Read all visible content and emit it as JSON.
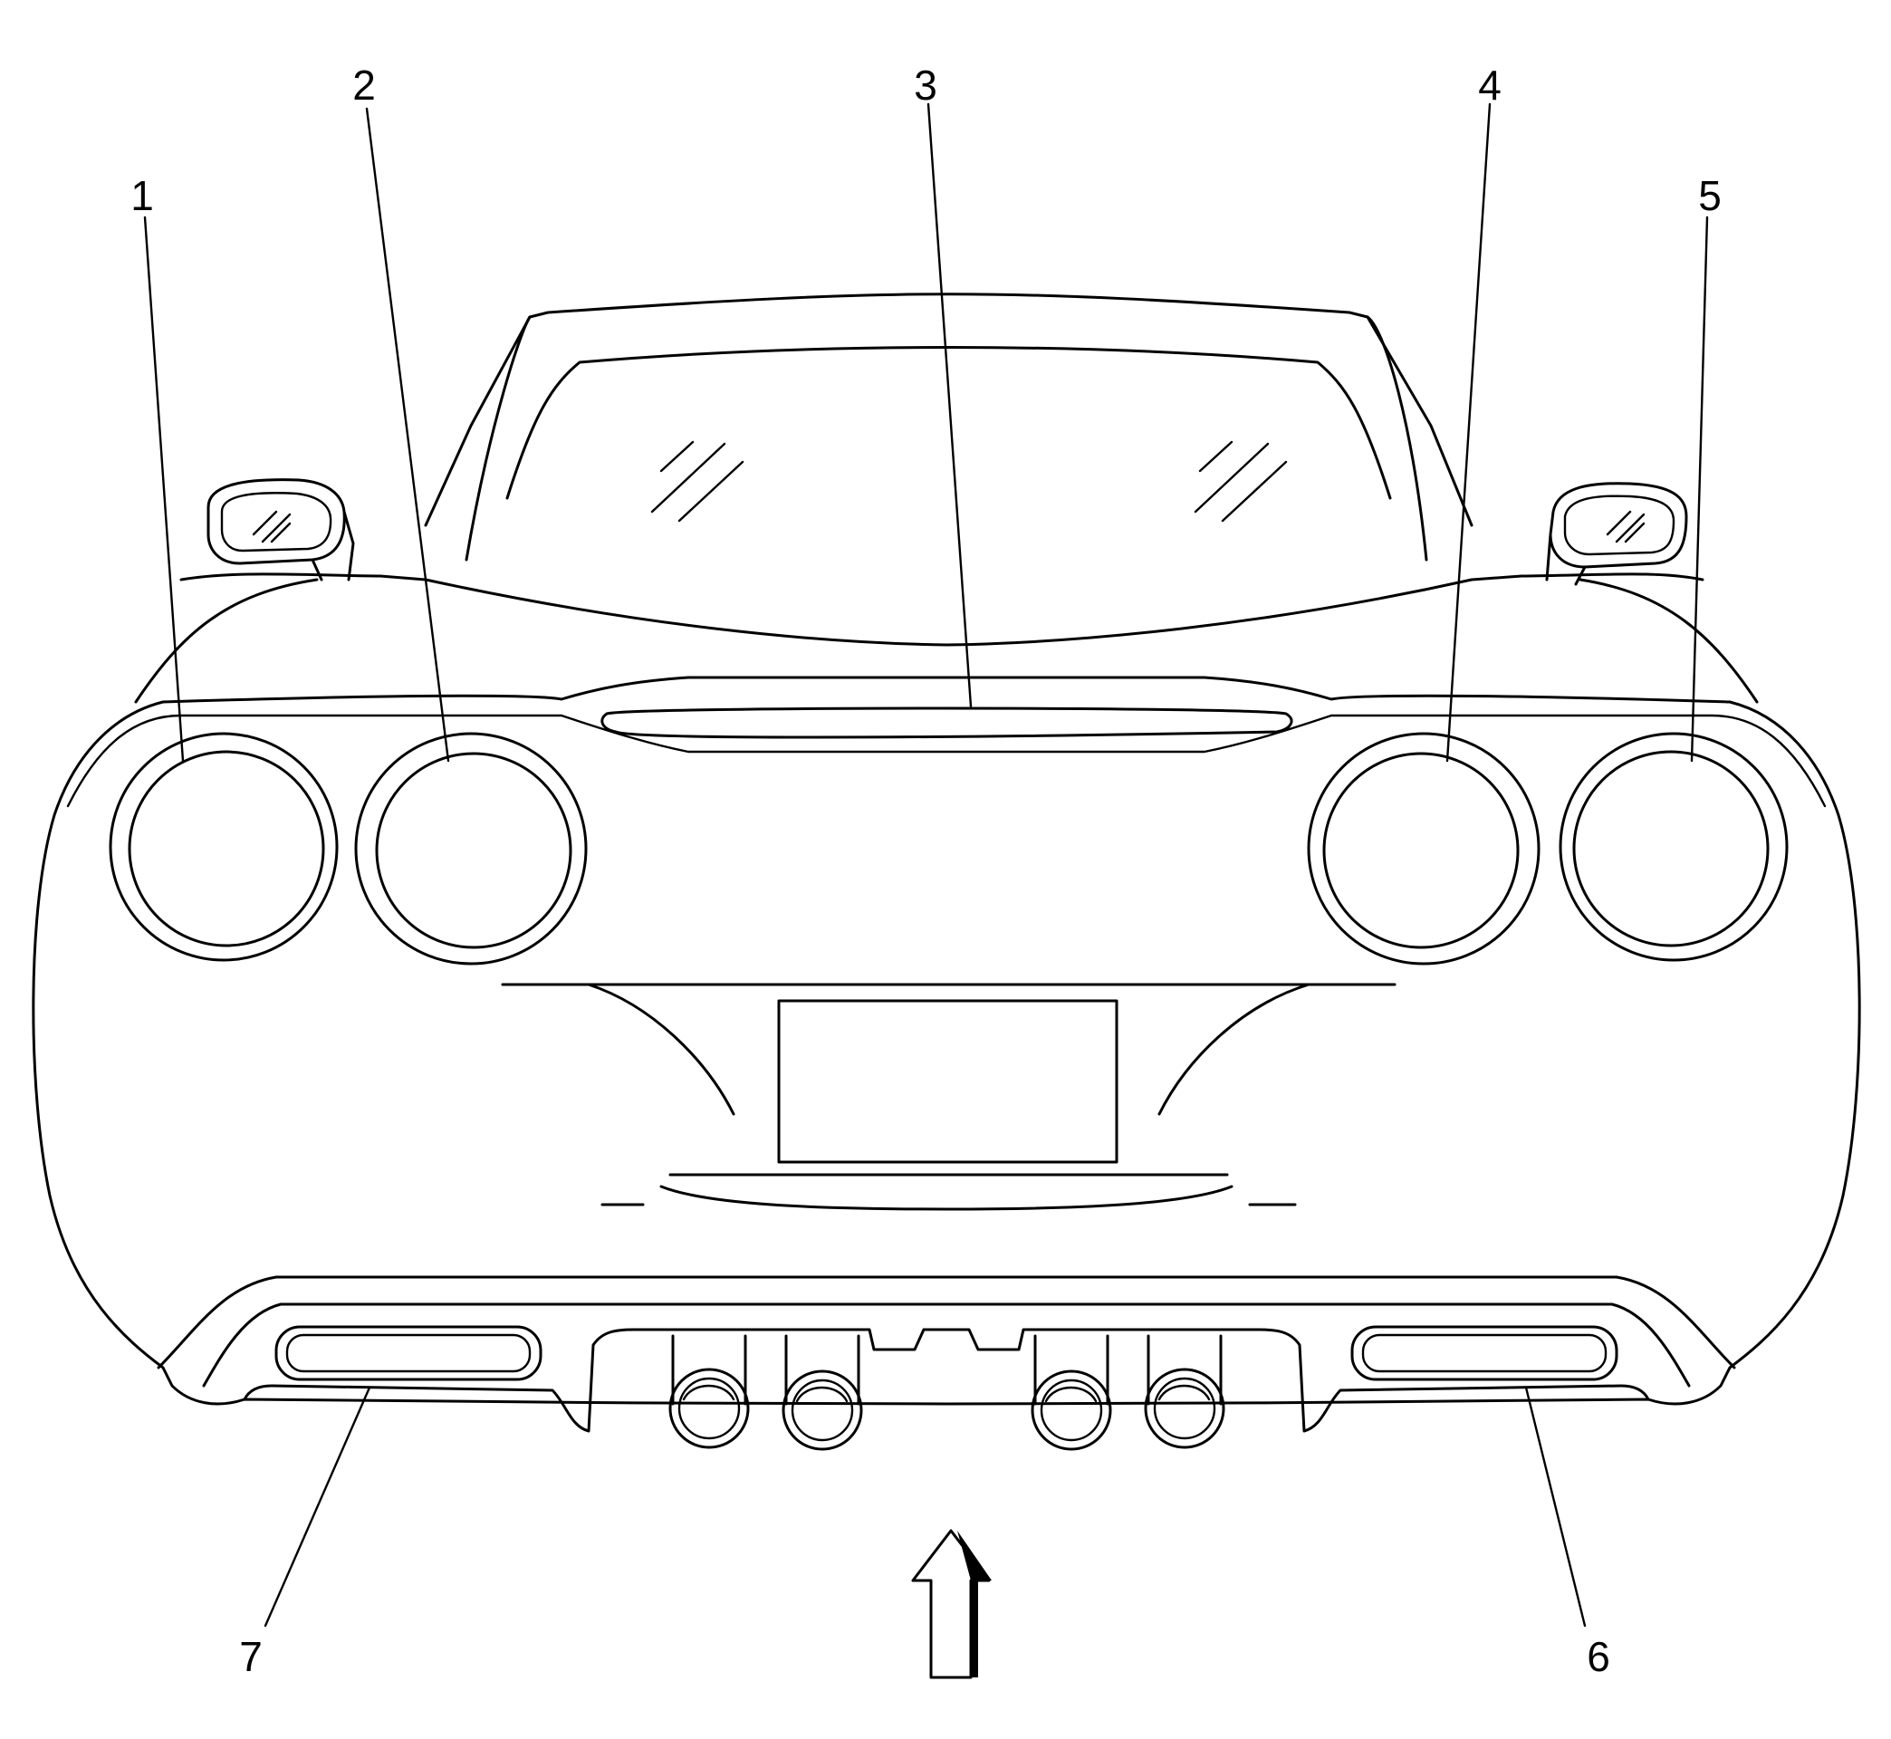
{
  "callouts": [
    {
      "id": "1",
      "text": "1"
    },
    {
      "id": "2",
      "text": "2"
    },
    {
      "id": "3",
      "text": "3"
    },
    {
      "id": "4",
      "text": "4"
    },
    {
      "id": "5",
      "text": "5"
    },
    {
      "id": "6",
      "text": "6"
    },
    {
      "id": "7",
      "text": "7"
    }
  ],
  "colors": {
    "line": "#000000",
    "background": "#ffffff"
  },
  "icons": {
    "direction_arrow": "up-arrow-icon"
  }
}
